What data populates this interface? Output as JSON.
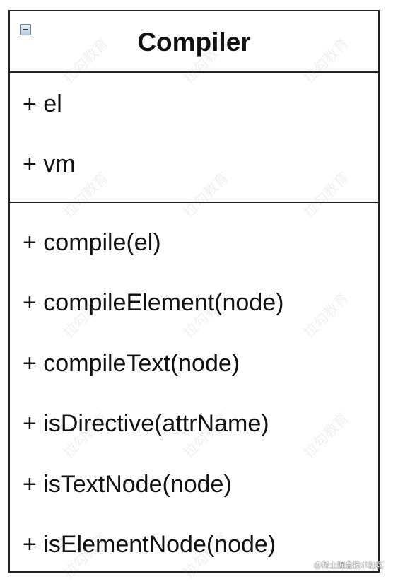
{
  "class": {
    "name": "Compiler",
    "attributes": [
      "+ el",
      "+ vm"
    ],
    "methods": [
      "+ compile(el)",
      "+ compileElement(node)",
      "+ compileText(node)",
      "+ isDirective(attrName)",
      "+ isTextNode(node)",
      "+ isElementNode(node)"
    ]
  },
  "toggle_icon": "minus-box-icon",
  "watermark_text": "拉勾教育",
  "credit_text": "@稀土掘金技术社区",
  "colors": {
    "border": "#222222",
    "text": "#111111",
    "background": "#ffffff"
  }
}
